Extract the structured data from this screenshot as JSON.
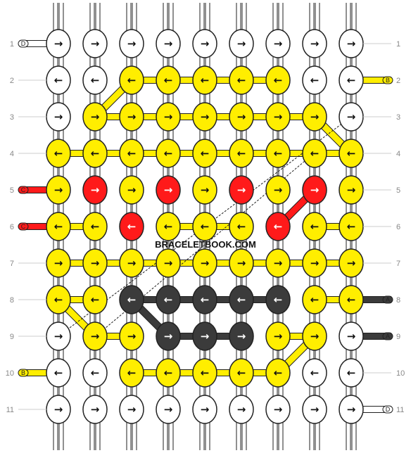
{
  "watermark": "BRACELETBOOK.COM",
  "colors": {
    "W": "#ffffff",
    "Y": "#ffee00",
    "R": "#ff1a1a",
    "K": "#3b3b3b"
  },
  "rows": [
    {
      "label": "1",
      "knots": [
        {
          "c": "W",
          "d": "→"
        },
        {
          "c": "W",
          "d": "→"
        },
        {
          "c": "W",
          "d": "→"
        },
        {
          "c": "W",
          "d": "→"
        },
        {
          "c": "W",
          "d": "→"
        },
        {
          "c": "W",
          "d": "→"
        },
        {
          "c": "W",
          "d": "→"
        },
        {
          "c": "W",
          "d": "→"
        },
        {
          "c": "W",
          "d": "→"
        }
      ]
    },
    {
      "label": "2",
      "knots": [
        {
          "c": "W",
          "d": "←"
        },
        {
          "c": "W",
          "d": "←"
        },
        {
          "c": "Y",
          "d": "←"
        },
        {
          "c": "Y",
          "d": "←"
        },
        {
          "c": "Y",
          "d": "←"
        },
        {
          "c": "Y",
          "d": "←"
        },
        {
          "c": "Y",
          "d": "←"
        },
        {
          "c": "W",
          "d": "←"
        },
        {
          "c": "W",
          "d": "←"
        }
      ]
    },
    {
      "label": "3",
      "knots": [
        {
          "c": "W",
          "d": "→"
        },
        {
          "c": "Y",
          "d": "→"
        },
        {
          "c": "Y",
          "d": "→"
        },
        {
          "c": "Y",
          "d": "→"
        },
        {
          "c": "Y",
          "d": "→"
        },
        {
          "c": "Y",
          "d": "→"
        },
        {
          "c": "Y",
          "d": "→"
        },
        {
          "c": "Y",
          "d": "→"
        },
        {
          "c": "W",
          "d": "→"
        }
      ]
    },
    {
      "label": "4",
      "knots": [
        {
          "c": "Y",
          "d": "←"
        },
        {
          "c": "Y",
          "d": "←"
        },
        {
          "c": "Y",
          "d": "←"
        },
        {
          "c": "Y",
          "d": "←"
        },
        {
          "c": "Y",
          "d": "←"
        },
        {
          "c": "Y",
          "d": "←"
        },
        {
          "c": "Y",
          "d": "←"
        },
        {
          "c": "Y",
          "d": "←"
        },
        {
          "c": "Y",
          "d": "←"
        }
      ]
    },
    {
      "label": "5",
      "knots": [
        {
          "c": "Y",
          "d": "→"
        },
        {
          "c": "R",
          "d": "→"
        },
        {
          "c": "Y",
          "d": "→"
        },
        {
          "c": "R",
          "d": "→"
        },
        {
          "c": "Y",
          "d": "→"
        },
        {
          "c": "R",
          "d": "→"
        },
        {
          "c": "Y",
          "d": "→"
        },
        {
          "c": "R",
          "d": "→"
        },
        {
          "c": "Y",
          "d": "→"
        }
      ]
    },
    {
      "label": "6",
      "knots": [
        {
          "c": "Y",
          "d": "←"
        },
        {
          "c": "Y",
          "d": "←"
        },
        {
          "c": "R",
          "d": "←"
        },
        {
          "c": "Y",
          "d": "←"
        },
        {
          "c": "Y",
          "d": "←"
        },
        {
          "c": "Y",
          "d": "←"
        },
        {
          "c": "R",
          "d": "←"
        },
        {
          "c": "Y",
          "d": "←"
        },
        {
          "c": "Y",
          "d": "←"
        }
      ]
    },
    {
      "label": "7",
      "knots": [
        {
          "c": "Y",
          "d": "→"
        },
        {
          "c": "Y",
          "d": "→"
        },
        {
          "c": "Y",
          "d": "→"
        },
        {
          "c": "Y",
          "d": "→"
        },
        {
          "c": "Y",
          "d": "→"
        },
        {
          "c": "Y",
          "d": "→"
        },
        {
          "c": "Y",
          "d": "→"
        },
        {
          "c": "Y",
          "d": "→"
        },
        {
          "c": "Y",
          "d": "→"
        }
      ]
    },
    {
      "label": "8",
      "knots": [
        {
          "c": "Y",
          "d": "←"
        },
        {
          "c": "Y",
          "d": "←"
        },
        {
          "c": "K",
          "d": "←"
        },
        {
          "c": "K",
          "d": "←"
        },
        {
          "c": "K",
          "d": "←"
        },
        {
          "c": "K",
          "d": "←"
        },
        {
          "c": "K",
          "d": "←"
        },
        {
          "c": "Y",
          "d": "←"
        },
        {
          "c": "Y",
          "d": "←"
        }
      ]
    },
    {
      "label": "9",
      "knots": [
        {
          "c": "W",
          "d": "→"
        },
        {
          "c": "Y",
          "d": "→"
        },
        {
          "c": "Y",
          "d": "→"
        },
        {
          "c": "K",
          "d": "→"
        },
        {
          "c": "K",
          "d": "→"
        },
        {
          "c": "K",
          "d": "→"
        },
        {
          "c": "Y",
          "d": "→"
        },
        {
          "c": "Y",
          "d": "→"
        },
        {
          "c": "W",
          "d": "→"
        }
      ]
    },
    {
      "label": "10",
      "knots": [
        {
          "c": "W",
          "d": "←"
        },
        {
          "c": "W",
          "d": "←"
        },
        {
          "c": "Y",
          "d": "←"
        },
        {
          "c": "Y",
          "d": "←"
        },
        {
          "c": "Y",
          "d": "←"
        },
        {
          "c": "Y",
          "d": "←"
        },
        {
          "c": "Y",
          "d": "←"
        },
        {
          "c": "W",
          "d": "←"
        },
        {
          "c": "W",
          "d": "←"
        }
      ]
    },
    {
      "label": "11",
      "knots": [
        {
          "c": "W",
          "d": "→"
        },
        {
          "c": "W",
          "d": "→"
        },
        {
          "c": "W",
          "d": "→"
        },
        {
          "c": "W",
          "d": "→"
        },
        {
          "c": "W",
          "d": "→"
        },
        {
          "c": "W",
          "d": "→"
        },
        {
          "c": "W",
          "d": "→"
        },
        {
          "c": "W",
          "d": "→"
        },
        {
          "c": "W",
          "d": "→"
        }
      ]
    }
  ],
  "side_strands": [
    {
      "row": 1,
      "side": "left",
      "letter": "D",
      "c": "W"
    },
    {
      "row": 2,
      "side": "right",
      "letter": "B",
      "c": "Y"
    },
    {
      "row": 5,
      "side": "left",
      "letter": "C",
      "c": "R"
    },
    {
      "row": 6,
      "side": "left",
      "letter": "C",
      "c": "R"
    },
    {
      "row": 8,
      "side": "right",
      "letter": "A",
      "c": "K"
    },
    {
      "row": 9,
      "side": "right",
      "letter": "A",
      "c": "K"
    },
    {
      "row": 10,
      "side": "left",
      "letter": "B",
      "c": "Y"
    },
    {
      "row": 11,
      "side": "right",
      "letter": "D",
      "c": "W"
    }
  ]
}
